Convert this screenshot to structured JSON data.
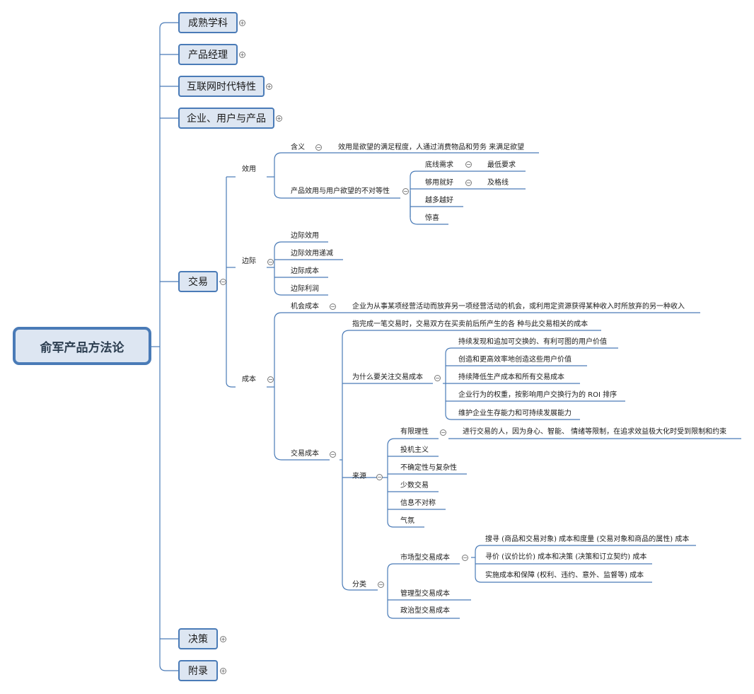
{
  "root": "俞军产品方法论",
  "topics": {
    "t1": "成熟学科",
    "t2": "产品经理",
    "t3": "互联网时代特性",
    "t4": "企业、用户与产品",
    "t5": "交易",
    "t6": "决策",
    "t7": "附录"
  },
  "xiaoyong": {
    "label": "效用",
    "hanyi": "含义",
    "hanyi_text": "效用是欲望的满足程度，人通过消费物品和劳务 来满足欲望",
    "budeng": "产品效用与用户欲望的不对等性",
    "dixian": "底线需求",
    "zuidi": "最低要求",
    "gouyong": "够用就好",
    "jige": "及格线",
    "yueduo": "越多越好",
    "jingxi": "惊喜"
  },
  "bianji": {
    "label": "边际",
    "items": [
      "边际效用",
      "边际效用递减",
      "边际成本",
      "边际利润"
    ]
  },
  "chengben": {
    "label": "成本",
    "jihui": "机会成本",
    "jihui_text": "企业为从事某项经营活动而放弃另一项经营活动的机会，或利用定资源获得某种收入时所放弃的另一种收入",
    "jiaoyi": "交易成本",
    "jiaoyi_def": "指完成一笔交易时，交易双方在买卖前后所产生的各 种与此交易相关的成本",
    "why": "为什么要关注交易成本",
    "why_items": [
      "持续发现和追加可交换的、有利可图的用户价值",
      "创造和更高效率地创造这些用户价值",
      "持续降低生产成本和所有交易成本",
      "企业行为的权重，按影响用户交换行为的 ROI 排序",
      "维护企业生存能力和可持续发展能力"
    ],
    "laiyuan": "来源",
    "youxian": "有限理性",
    "youxian_text": "进行交易的人，因为身心、智能、 情绪等限制，在追求效益极大化时受到限制和约束",
    "laiyuan_items": [
      "投机主义",
      "不确定性与复杂性",
      "少数交易",
      "信息不对称",
      "气氛"
    ],
    "fenlei": "分类",
    "shichang": "市场型交易成本",
    "shichang_items": [
      "搜寻 (商品和交易对象) 成本和度量 (交易对象和商品的属性) 成本",
      "寻价 (议价比价) 成本和决策 (决策和订立契约) 成本",
      "实施成本和保障 (权利、违约、意外、监督等) 成本"
    ],
    "guanli": "管理型交易成本",
    "zhengzhi": "政治型交易成本"
  },
  "colors": {
    "line": "#4a7bb7",
    "fill": "#dde6f2"
  }
}
